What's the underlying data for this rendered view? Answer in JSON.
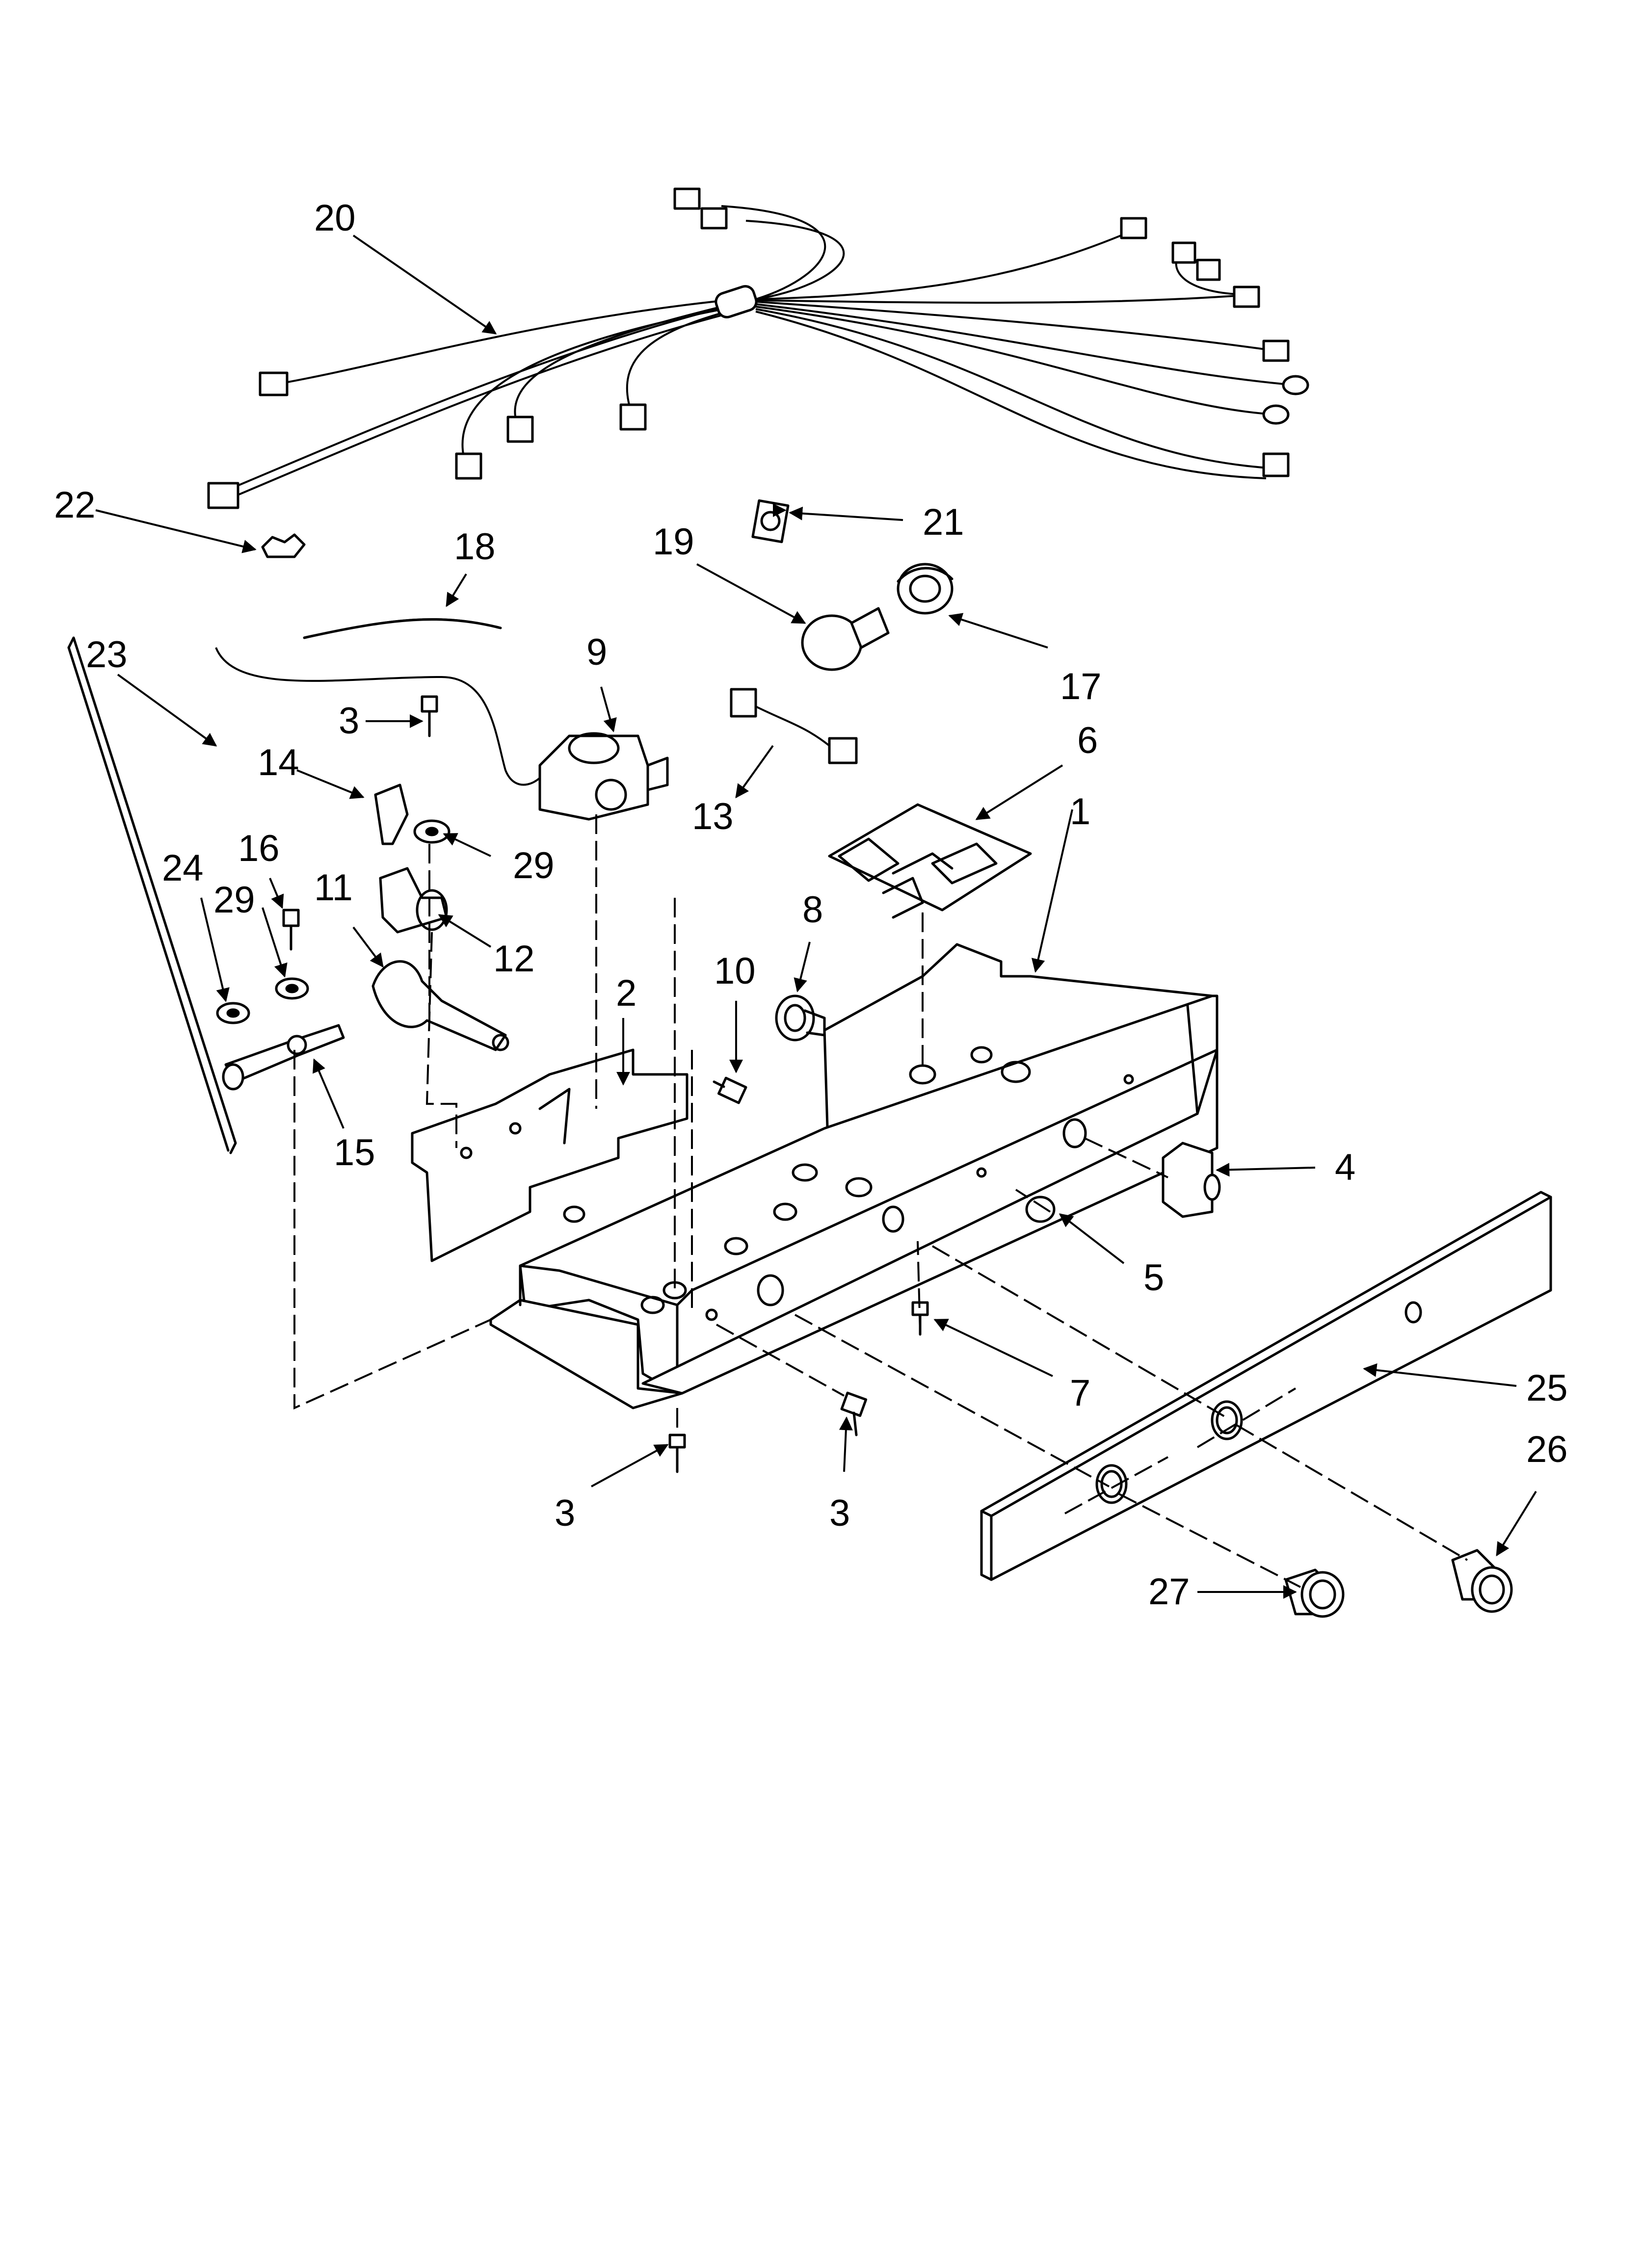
{
  "callouts": {
    "c1": "1",
    "c2": "2",
    "c3a": "3",
    "c3b": "3",
    "c3c": "3",
    "c4": "4",
    "c5": "5",
    "c6": "6",
    "c7": "7",
    "c8": "8",
    "c9": "9",
    "c10": "10",
    "c11": "11",
    "c12": "12",
    "c13": "13",
    "c14": "14",
    "c15": "15",
    "c16": "16",
    "c17": "17",
    "c18": "18",
    "c19": "19",
    "c20": "20",
    "c21": "21",
    "c22": "22",
    "c23": "23",
    "c24": "24",
    "c25": "25",
    "c26": "26",
    "c27": "27",
    "c29a": "29",
    "c29b": "29"
  }
}
